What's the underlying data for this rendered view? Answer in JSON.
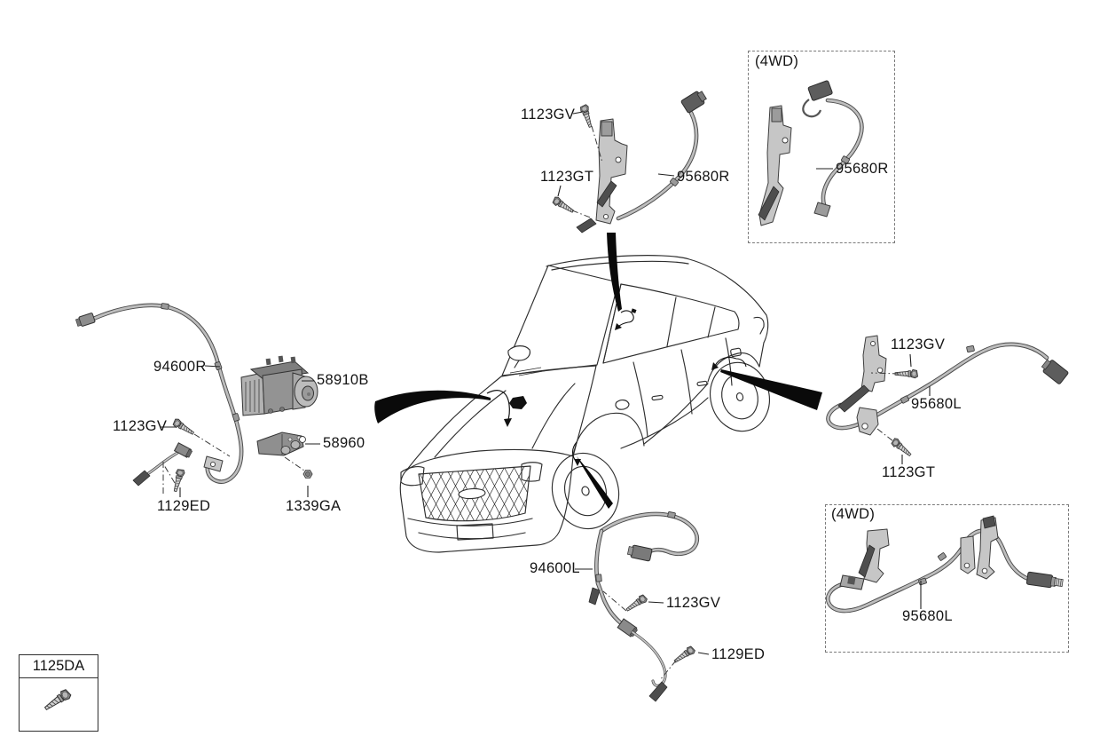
{
  "colors": {
    "line": "#2e2e2e",
    "metal_light": "#c6c6c6",
    "metal_mid": "#939393",
    "metal_dark": "#4e4e4e",
    "arrow_black": "#0a0a0a",
    "background": "#ffffff"
  },
  "icons": {
    "fastener_bolt": "bolt-icon",
    "fastener_nut": "nut-icon",
    "pointer_arrow": "black-swoosh-arrow"
  },
  "callouts": {
    "front_right_sensor": {
      "bolt_upper": "1123GV",
      "bolt_lower": "1123GT",
      "part": "95680R"
    },
    "front_right_sensor_4wd": {
      "variant": "(4WD)",
      "part": "95680R"
    },
    "hydraulic_unit_rh": {
      "cable": "94600R",
      "module": "58910B",
      "bolt": "1123GV",
      "bracket": "58960",
      "screw": "1129ED",
      "nut": "1339GA"
    },
    "rear_left_sensor": {
      "bolt_upper": "1123GV",
      "part": "95680L",
      "bolt_lower": "1123GT"
    },
    "rear_left_sensor_4wd": {
      "variant": "(4WD)",
      "part": "95680L"
    },
    "front_left_cable": {
      "cable": "94600L",
      "bolt": "1123GV",
      "screw": "1129ED"
    },
    "legend": {
      "part": "1125DA"
    }
  }
}
